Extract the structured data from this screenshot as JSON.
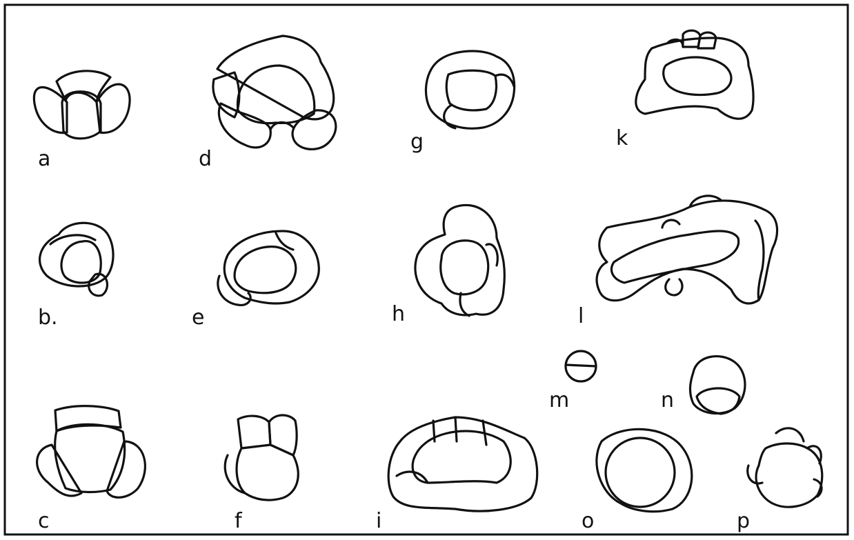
{
  "figure_labels": {
    "a": "a",
    "b": "b.",
    "c": "c",
    "d": "d",
    "e": "e",
    "f": "f",
    "g": "g",
    "h": "h",
    "i": "i",
    "k": "k",
    "l": "l",
    "m": "m",
    "n": "n",
    "o": "o",
    "p": "p"
  },
  "colors": {
    "ink": "#111111",
    "paper": "#ffffff"
  }
}
